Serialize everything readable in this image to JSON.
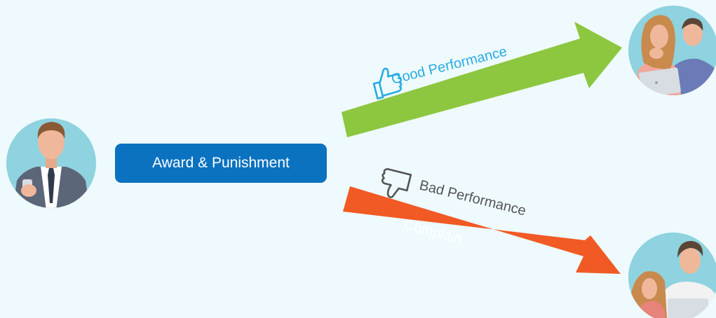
{
  "colors": {
    "background": "#eefafd",
    "box": "#0b72c0",
    "good_arrow": "#8dc63f",
    "bad_arrow": "#f15a24",
    "good_text": "#29abe2",
    "bad_text": "#555555",
    "avatar_bg": "#8ed3df"
  },
  "box": {
    "label": "Award & Punishment"
  },
  "good": {
    "label": "Good Performance",
    "icon": "thumbs-up-icon"
  },
  "bad": {
    "label": "Bad Performance",
    "arrow_label": "Complain",
    "icon": "thumbs-down-icon"
  },
  "people": {
    "left": "businessman-avatar",
    "top_right": "happy-couple-avatar",
    "bottom_right": "unhappy-couple-avatar"
  }
}
